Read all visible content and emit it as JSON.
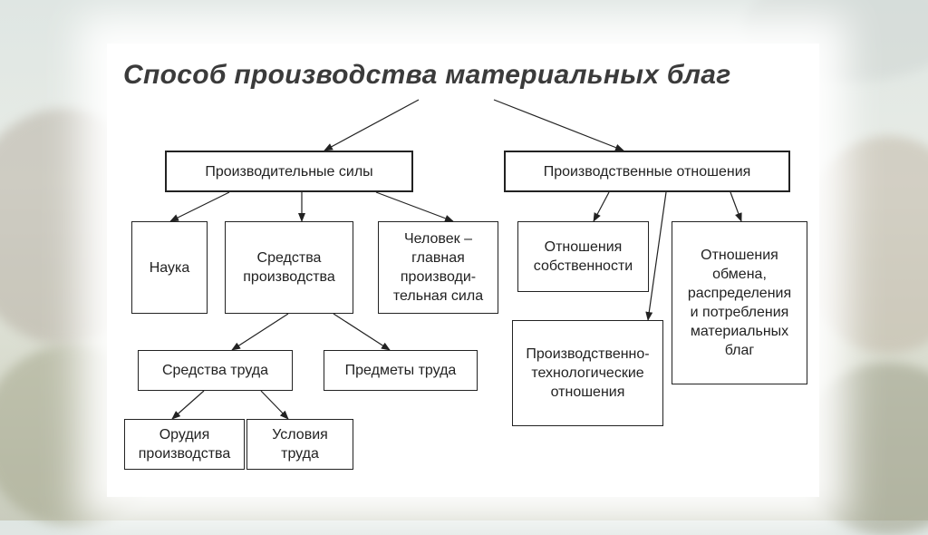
{
  "title": "Способ производства материальных благ",
  "nodes": {
    "productive_forces": "Производительные силы",
    "production_relations": "Производственные отношения",
    "science": "Наука",
    "means_of_production": "Средства\nпроизводства",
    "human": "Человек –\nглавная\nпроизводи-\nтельная сила",
    "property_relations": "Отношения\nсобственности",
    "tech_relations": "Производственно-\nтехнологические\nотношения",
    "exchange_relations": "Отношения\nобмена,\nраспределения\nи потребления\nматериальных\nблаг",
    "means_of_labor": "Средства труда",
    "objects_of_labor": "Предметы труда",
    "tools": "Орудия\nпроизводства",
    "conditions": "Условия\nтруда"
  }
}
